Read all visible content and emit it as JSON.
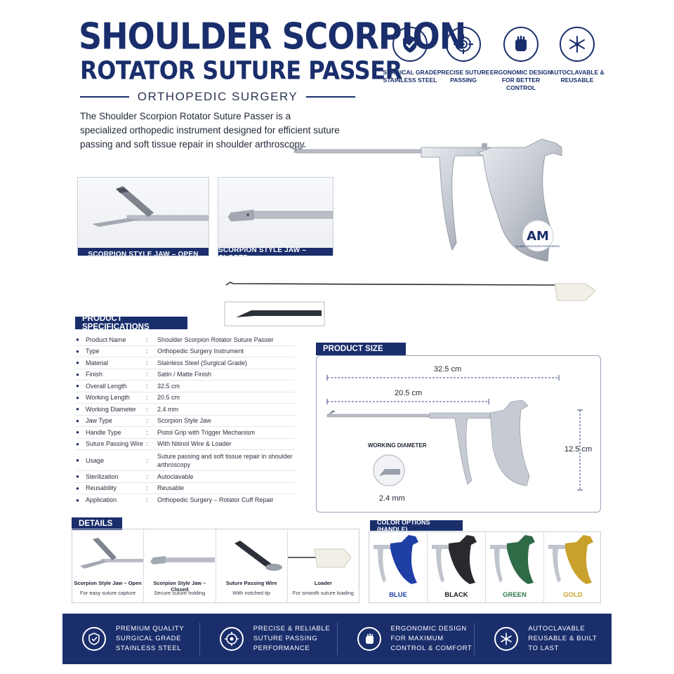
{
  "header": {
    "title_line1": "SHOULDER SCORPION",
    "title_line2": "ROTATOR SUTURE PASSER",
    "subtitle": "ORTHOPEDIC SURGERY",
    "intro": "The Shoulder Scorpion Rotator Suture Passer is a specialized orthopedic instrument designed for efficient suture passing and soft tissue repair in shoulder arthroscopy."
  },
  "features_top": [
    {
      "icon": "shield-check-icon",
      "label": "SURGICAL GRADE STAINLESS STEEL"
    },
    {
      "icon": "target-icon",
      "label": "PRECISE SUTURE PASSING"
    },
    {
      "icon": "hand-grip-icon",
      "label": "ERGONOMIC DESIGN FOR BETTER CONTROL"
    },
    {
      "icon": "autoclave-icon",
      "label": "AUTOCLAVABLE & REUSABLE"
    }
  ],
  "jaw_photos": [
    {
      "caption": "SCORPION STYLE JAW – OPEN"
    },
    {
      "caption": "SCORPION STYLE JAW – CLOSED"
    }
  ],
  "logo": {
    "text": "AM",
    "tagline": "AL-AMIA HEALTHCARE INSTRUMENTS"
  },
  "specs": {
    "heading": "PRODUCT SPECIFICATIONS",
    "rows": [
      {
        "k": "Product Name",
        "v": "Shoulder Scorpion Rotator Suture Passer"
      },
      {
        "k": "Type",
        "v": "Orthopedic Surgery Instrument"
      },
      {
        "k": "Material",
        "v": "Stainless Steel (Surgical Grade)"
      },
      {
        "k": "Finish",
        "v": "Satin / Matte Finish"
      },
      {
        "k": "Overall Length",
        "v": "32.5 cm"
      },
      {
        "k": "Working Length",
        "v": "20.5 cm"
      },
      {
        "k": "Working Diameter",
        "v": "2.4 mm"
      },
      {
        "k": "Jaw Type",
        "v": "Scorpion Style Jaw"
      },
      {
        "k": "Handle Type",
        "v": "Pistol Grip with Trigger Mechanism"
      },
      {
        "k": "Suture Passing Wire",
        "v": "With Nitinol Wire & Loader"
      },
      {
        "k": "Usage",
        "v": "Suture passing and soft tissue repair in shoulder arthroscopy"
      },
      {
        "k": "Sterilization",
        "v": "Autoclavable"
      },
      {
        "k": "Reusability",
        "v": "Reusable"
      },
      {
        "k": "Application",
        "v": "Orthopedic Surgery – Rotator Cuff Repair"
      }
    ]
  },
  "size": {
    "heading": "PRODUCT SIZE",
    "overall": "32.5 cm",
    "working": "20.5 cm",
    "height": "12.5 cm",
    "diameter_label": "WORKING DIAMETER",
    "diameter": "2.4 mm"
  },
  "details": {
    "heading": "DETAILS",
    "items": [
      {
        "title": "Scorpion Style Jaw – Open",
        "sub": "For easy suture capture"
      },
      {
        "title": "Scorpion Style Jaw – Closed",
        "sub": "Secure suture holding"
      },
      {
        "title": "Suture Passing Wire",
        "sub": "With notched tip"
      },
      {
        "title": "Loader",
        "sub": "For smooth suture loading"
      }
    ]
  },
  "colors": {
    "heading": "COLOR OPTIONS (HANDLE)",
    "items": [
      {
        "name": "BLUE",
        "hex": "#1f3fa6"
      },
      {
        "name": "BLACK",
        "hex": "#2a2a2e"
      },
      {
        "name": "GREEN",
        "hex": "#2f6b47"
      },
      {
        "name": "GOLD",
        "hex": "#c9a12a"
      }
    ]
  },
  "footer": [
    {
      "icon": "shield-check-icon",
      "line1": "PREMIUM QUALITY",
      "line2": "SURGICAL GRADE",
      "line3": "STAINLESS STEEL"
    },
    {
      "icon": "target-icon",
      "line1": "PRECISE & RELIABLE",
      "line2": "SUTURE PASSING",
      "line3": "PERFORMANCE"
    },
    {
      "icon": "hand-grip-icon",
      "line1": "ERGONOMIC DESIGN",
      "line2": "FOR MAXIMUM",
      "line3": "CONTROL & COMFORT"
    },
    {
      "icon": "autoclave-icon",
      "line1": "AUTOCLAVABLE",
      "line2": "REUSABLE & BUILT",
      "line3": "TO LAST"
    }
  ]
}
